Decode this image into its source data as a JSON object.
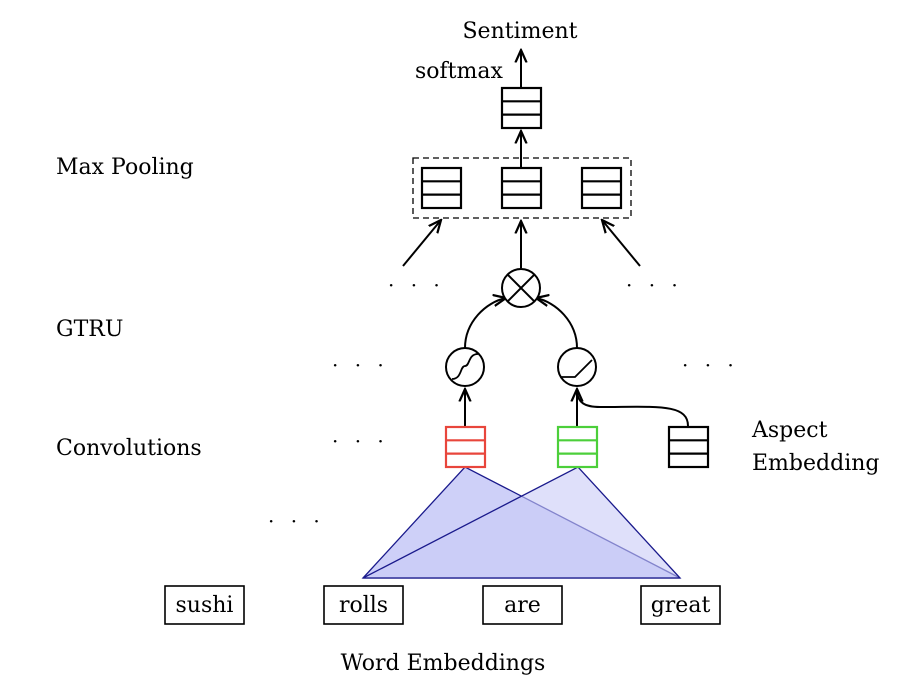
{
  "labels": {
    "output": "Sentiment",
    "softmax": "softmax",
    "max_pooling": "Max Pooling",
    "gtru": "GTRU",
    "convolutions": "Convolutions",
    "aspect_line1": "Aspect",
    "aspect_line2": "Embedding",
    "word_embeddings": "Word Embeddings"
  },
  "words": [
    "sushi",
    "rolls",
    "are",
    "great"
  ],
  "ellipsis": "· · ·",
  "colors": {
    "tanh_filter": "#e8463c",
    "relu_filter": "#4ccf3a",
    "filter_region_fill": "#c9cbf7",
    "filter_region_stroke": "#1a1a8c",
    "ink": "#000000"
  }
}
